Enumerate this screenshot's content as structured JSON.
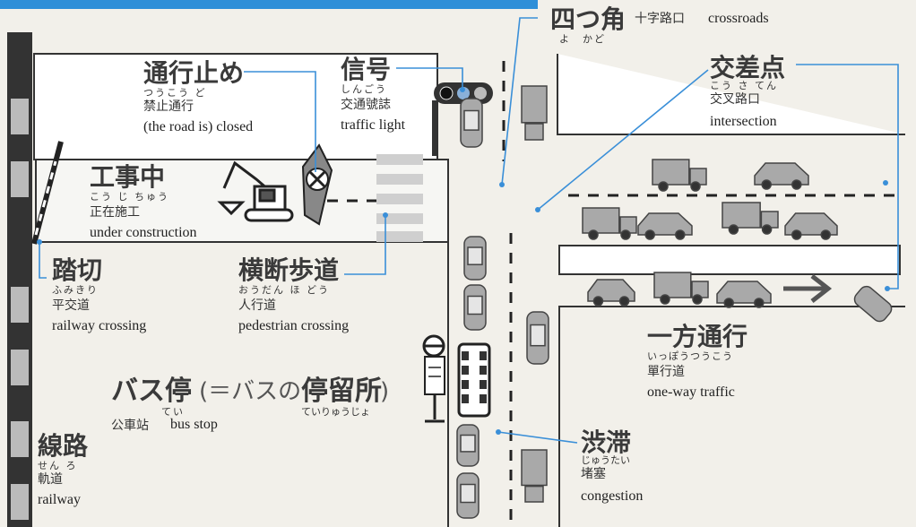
{
  "labels": {
    "tsuukoudome": {
      "term": "通行止め",
      "reading": "つうこう ど",
      "chinese": "禁止通行",
      "english": "(the road is) closed"
    },
    "shingou": {
      "term": "信号",
      "reading": "しんごう",
      "chinese": "交通號誌",
      "english": "traffic light"
    },
    "yotsukado": {
      "term": "四つ角",
      "reading": "よ　かど",
      "chinese": "十字路口",
      "english": "crossroads"
    },
    "kousaten": {
      "term": "交差点",
      "reading": "こう さ てん",
      "chinese": "交叉路口",
      "english": "intersection"
    },
    "koujichuu": {
      "term": "工事中",
      "reading": "こう じ ちゅう",
      "chinese": "正在施工",
      "english": "under construction"
    },
    "fumikiri": {
      "term": "踏切",
      "reading": "ふみきり",
      "chinese": "平交道",
      "english": "railway crossing"
    },
    "oudanhodou": {
      "term": "横断歩道",
      "reading": "おうだん ほ どう",
      "chinese": "人行道",
      "english": "pedestrian crossing"
    },
    "basutei": {
      "term": "バス停",
      "paren": "(＝バスの",
      "term2": "停留所",
      "paren_close": ")",
      "reading": "てい",
      "reading2": "ていりゅうじょ",
      "chinese": "公車站",
      "english": "bus stop"
    },
    "ippoutsuukou": {
      "term": "一方通行",
      "reading": "いっぽうつうこう",
      "chinese": "單行道",
      "english": "one-way traffic"
    },
    "juutai": {
      "term": "渋滞",
      "reading": "じゅうたい",
      "chinese": "堵塞",
      "english": "congestion"
    },
    "senro": {
      "term": "線路",
      "reading": "せん ろ",
      "chinese": "軌道",
      "english": "railway"
    }
  },
  "colors": {
    "road": "#f2f0ea",
    "block": "#ffffff",
    "line": "#333333",
    "pointer": "#3a8fd8",
    "vehicle": "#a9a9a9",
    "header_bar": "#2f8fd8"
  },
  "icons": [
    "railway-icon",
    "crossing-gate-icon",
    "excavator-icon",
    "no-entry-sign-icon",
    "traffic-light-icon",
    "bus-stop-sign-icon",
    "bus-icon",
    "car-icon",
    "truck-icon",
    "one-way-arrow-icon",
    "crosswalk-icon"
  ]
}
